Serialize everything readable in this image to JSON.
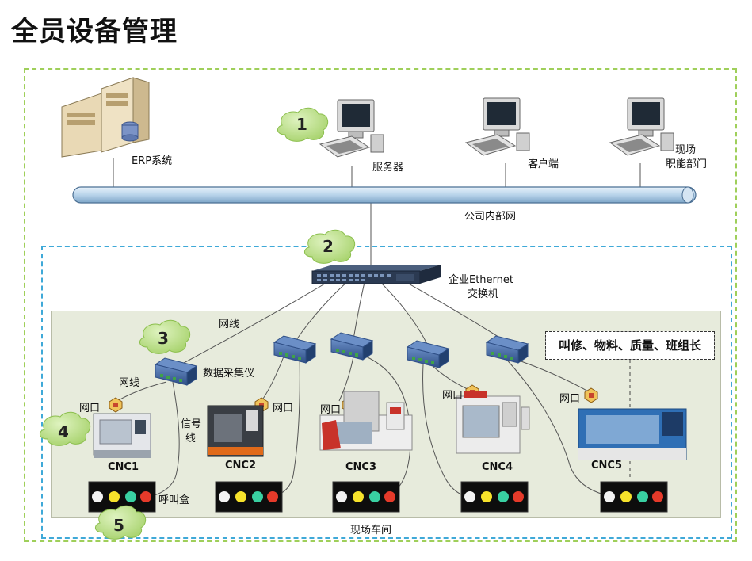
{
  "title": "全员设备管理",
  "labels": {
    "erp": "ERP系统",
    "server": "服务器",
    "client": "客户端",
    "field_dept_1": "现场",
    "field_dept_2": "职能部门",
    "intranet": "公司内部网",
    "switch_1": "企业Ethernet",
    "switch_2": "交换机",
    "cable_top": "网线",
    "cable_left": "网线",
    "collector": "数据采集仪",
    "signal_1": "信号",
    "signal_2": "线",
    "call_box": "呼叫盒",
    "workshop": "现场车间",
    "callout": "叫修、物料、质量、班组长"
  },
  "ports": [
    "网口",
    "网口",
    "网口",
    "网口",
    "网口"
  ],
  "machines": [
    "CNC1",
    "CNC2",
    "CNC3",
    "CNC4",
    "CNC5"
  ],
  "markers": [
    "1",
    "2",
    "3",
    "4",
    "5"
  ],
  "colors": {
    "outer_border": "#9fcf5a",
    "inner_border": "#3fa9d8",
    "floor": "#e7ebdc",
    "bubble": "#b9e08a",
    "bus": "#c9dff0"
  }
}
